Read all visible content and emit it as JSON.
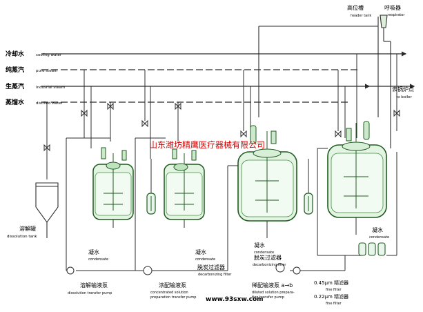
{
  "header": {
    "header_tank_cn": "高位槽",
    "header_tank_en": "header tank",
    "respirator_cn": "呼吸器",
    "respirator_en": "respirator"
  },
  "utilities": {
    "cooling_water_cn": "冷却水",
    "cooling_water_en": "cooling water",
    "pure_steam_cn": "纯蒸汽",
    "pure_steam_en": "pure steam",
    "industrial_steam_cn": "生蒸汽",
    "industrial_steam_en": "Indusrial steam",
    "distilled_water_cn": "蒸馏水",
    "distilled_water_en": "distilled water"
  },
  "to_boiler": {
    "cn": "去锅炉点",
    "en": "to boiler"
  },
  "watermark": "山东潍坊精鹰医疗器械有限公司",
  "labels": {
    "dissolution_tank_cn": "溶解罐",
    "dissolution_tank_en": "dissolution tank",
    "condensate1_cn": "凝水",
    "condensate1_en": "condensate",
    "condensate2_cn": "凝水",
    "condensate2_en": "condensate",
    "condensate3_cn": "凝水",
    "condensate3_en": "condensate",
    "condensate4_cn": "凝水",
    "condensate4_en": "condensate",
    "decarb_filter1_cn": "脱炭过滤器",
    "decarb_filter1_en": "decarbonizing filter",
    "decarb_filter2_cn": "脱炭过滤器",
    "decarb_filter2_en": "decarbonizing filter",
    "dissolution_pump_cn": "溶解输液泵",
    "dissolution_pump_en": "dissolution transfer pump",
    "conc_pump_cn": "浓配输液泵",
    "conc_pump_en1": "concentrated solution",
    "conc_pump_en2": "preparation transfer pump",
    "diluted_pump_cn": "稀配输液泵 a→b",
    "diluted_pump_en1": "diluted solution prepara-",
    "diluted_pump_en2": "tion transfer pump",
    "filter045_cn": "0.45μm 精滤器",
    "filter045_en": "fine filter",
    "filter022_cn": "0.22μm 精滤器",
    "filter022_en": "fine filter",
    "url": "www.93sxw.com"
  },
  "colors": {
    "line": "#2b2b2b",
    "vessel_fill": "#e3f4e3",
    "vessel_stroke": "#1f5a1f",
    "water": "#3f8f3f",
    "filter_fill": "#e8f6ec",
    "watermark": "#d60000"
  }
}
